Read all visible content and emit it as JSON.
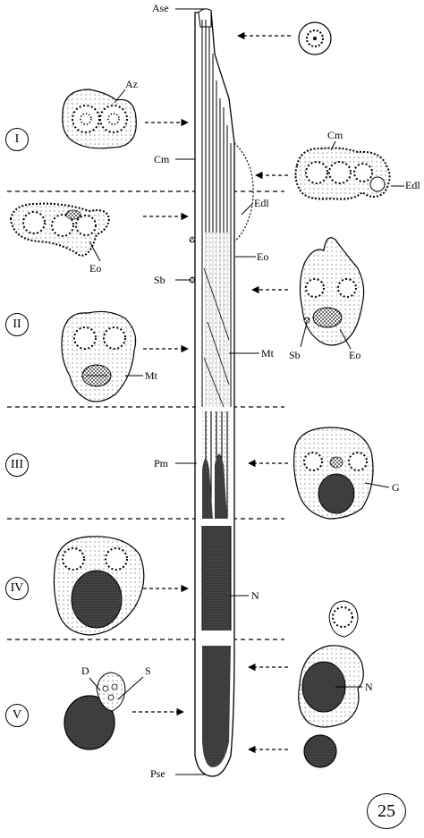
{
  "labels": {
    "ase": "Ase",
    "az": "Az",
    "cm_left": "Cm",
    "cm_right": "Cm",
    "edl_right": "Edl",
    "edl_mid": "Edl",
    "eo_left": "Eo",
    "eo_mid": "Eo",
    "eo_right": "Eo",
    "sb_left": "Sb",
    "sb_right": "Sb",
    "mt_left": "Mt",
    "mt_mid": "Mt",
    "pm": "Pm",
    "g": "G",
    "n_mid": "N",
    "n_right": "N",
    "d": "D",
    "s": "S",
    "pse": "Pse"
  },
  "stages": [
    "I",
    "II",
    "III",
    "IV",
    "V"
  ],
  "plate_number": "25"
}
